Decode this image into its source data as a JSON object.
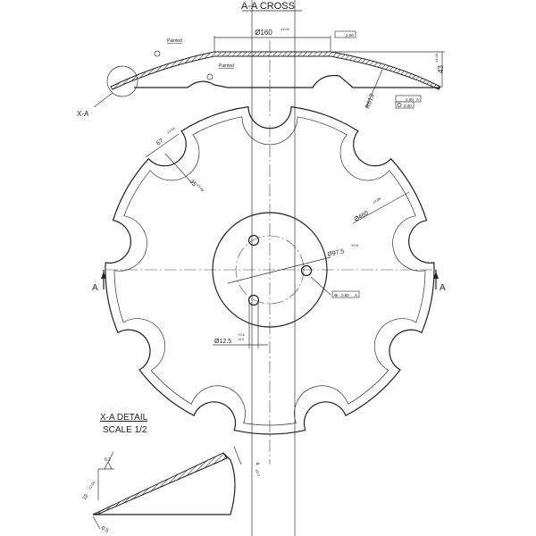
{
  "section_title": "A-A CROSS",
  "section": {
    "dia_160": "Ø160",
    "dia_160_tol": "±3.00",
    "flatness_tol": "2.00",
    "painted_1": "Painted",
    "painted_2": "Painted",
    "height": "43",
    "height_tol": "±3.00",
    "radius": "R613",
    "runout_tol": "2.00",
    "runout_datum": "A",
    "circularity_tol": "2.00",
    "detail_ref": "X-A"
  },
  "plan": {
    "notch_width": "67",
    "notch_width_tol": "±3.00",
    "notch_depth": "35",
    "notch_depth_tol": "±3.00",
    "outer_dia": "Ø460",
    "outer_dia_tol": "±3.00",
    "bolt_circle": "Ø97.5",
    "bolt_circle_tol": "+0.8",
    "hole_dia": "Ø12.5",
    "hole_dia_tol_upper": "+0.6",
    "hole_dia_tol_lower": "-0.3",
    "position_tol": "0.80",
    "position_datum": "A",
    "section_left": "A",
    "section_right": "A",
    "notch_count": 9
  },
  "detail": {
    "title": "X-A DETAIL",
    "scale": "SCALE 1/2",
    "roughness": "6.3",
    "bevel_len": "12",
    "bevel_len_tol": "±2.00",
    "thickness": "4",
    "thickness_tol": "±0.2",
    "edge": "0.5"
  }
}
